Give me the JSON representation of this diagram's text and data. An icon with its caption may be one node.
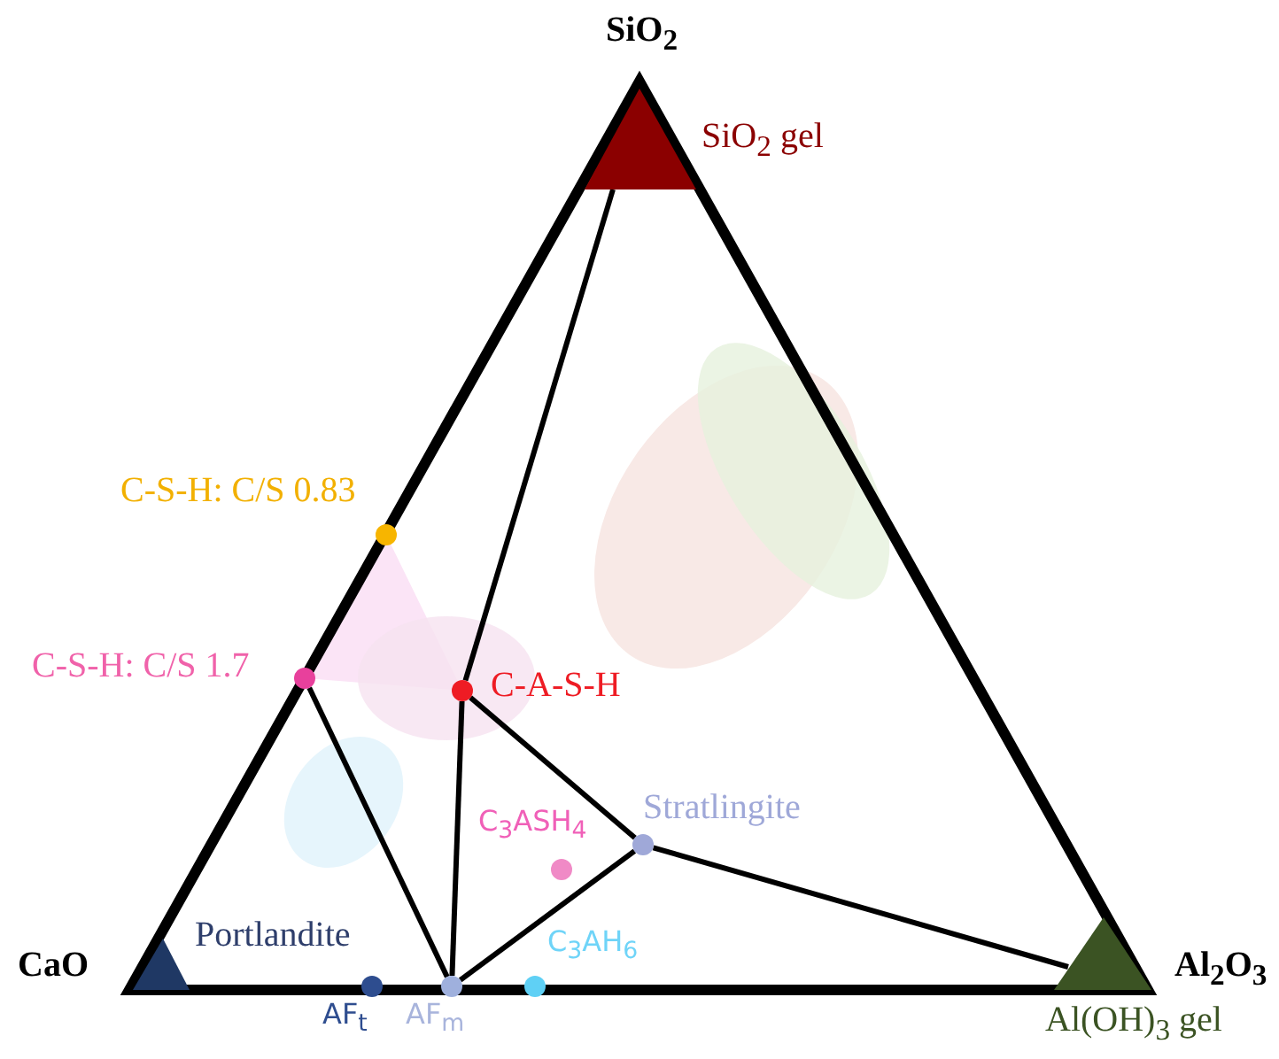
{
  "diagram": {
    "nodes": [
      {
        "text": [],
        "shape": "triangle",
        "beside": [
          "SiO$_{2}$ gel"
        ]
      },
      {
        "text": [],
        "shape": "circle",
        "beside": [
          "C-S-H: C/S 0.83"
        ]
      },
      {
        "text": [],
        "shape": "circle",
        "beside": [
          "C-S-H: C/S 1.7"
        ]
      },
      {
        "text": [],
        "shape": "circle",
        "beside": [
          "C-A-S-H"
        ]
      },
      {
        "text": [],
        "shape": "circle",
        "beside": [
          "Stratlingite"
        ]
      },
      {
        "text": [],
        "shape": "circle",
        "beside": [
          "C$_{3}$ASH$_{4}$"
        ]
      },
      {
        "text": [],
        "shape": "triangle",
        "beside": [
          "Portlandite"
        ]
      },
      {
        "text": [],
        "shape": "circle",
        "beside": [
          "AF$_{t}$"
        ]
      },
      {
        "text": [],
        "shape": "circle",
        "beside": [
          "AF$_{m}$"
        ]
      },
      {
        "text": [],
        "shape": "circle",
        "beside": [
          "C$_{3}$AH$_{6}$"
        ]
      },
      {
        "text": [],
        "shape": "triangle",
        "beside": [
          "Al(OH)$_{3}$ gel"
        ]
      }
    ],
    "edges": [
      {
        "from": 0,
        "to": 3,
        "arrow": "none"
      },
      {
        "from": 2,
        "to": 8,
        "arrow": "none"
      },
      {
        "from": 3,
        "to": 8,
        "arrow": "none"
      },
      {
        "from": 3,
        "to": 4,
        "arrow": "none"
      },
      {
        "from": 8,
        "to": 4,
        "arrow": "none"
      },
      {
        "from": 4,
        "to": 10,
        "arrow": "none"
      }
    ],
    "labels": [
      "SiO$_{2}$",
      "CaO",
      "Al$_{2}$O$_{3}$"
    ]
  }
}
